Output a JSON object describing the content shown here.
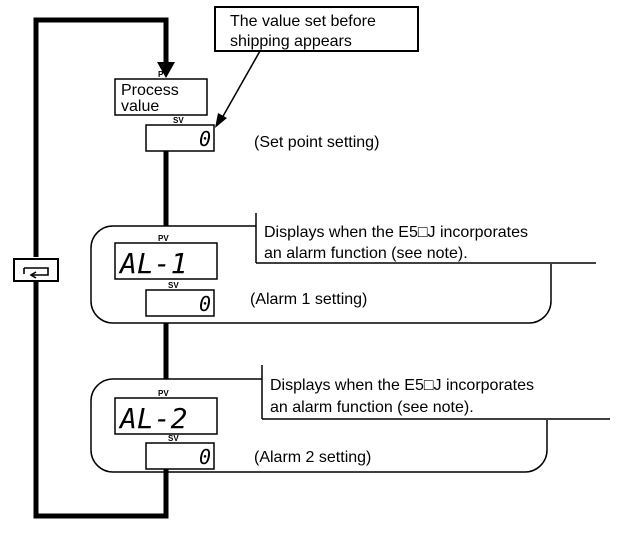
{
  "callout_top": {
    "line1": "The value set before",
    "line2": "shipping appears"
  },
  "process_value": {
    "tag": "PV",
    "line1": "Process",
    "line2": "value"
  },
  "set_point": {
    "tag": "SV",
    "value": "0",
    "caption": "(Set point setting)"
  },
  "alarm1": {
    "pv_tag": "PV",
    "pv_display": "AL-1",
    "sv_tag": "SV",
    "sv_value": "0",
    "caption": "(Alarm 1 setting)",
    "note_line1": "Displays when the E5□J incorporates",
    "note_line2": "an alarm function (see note)."
  },
  "alarm2": {
    "pv_tag": "PV",
    "pv_display": "AL-2",
    "sv_tag": "SV",
    "sv_value": "0",
    "caption": "(Alarm 2 setting)",
    "note_line1": "Displays when the E5□J incorporates",
    "note_line2": "an alarm function (see note)."
  },
  "loop_key": {
    "icon": "mode-key-icon"
  }
}
